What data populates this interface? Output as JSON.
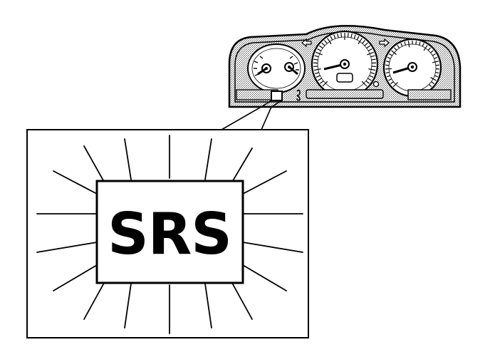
{
  "warning_light": {
    "label": "SRS"
  },
  "instrument_cluster": {
    "arrow_left_icon": "left-turn-indicator-icon",
    "arrow_right_icon": "right-turn-indicator-icon",
    "gauges": [
      "fuel-temp-gauge",
      "speedometer",
      "tachometer"
    ]
  },
  "colors": {
    "line": "#000000",
    "background": "#ffffff",
    "cluster_fill": "#d8d8d8"
  }
}
